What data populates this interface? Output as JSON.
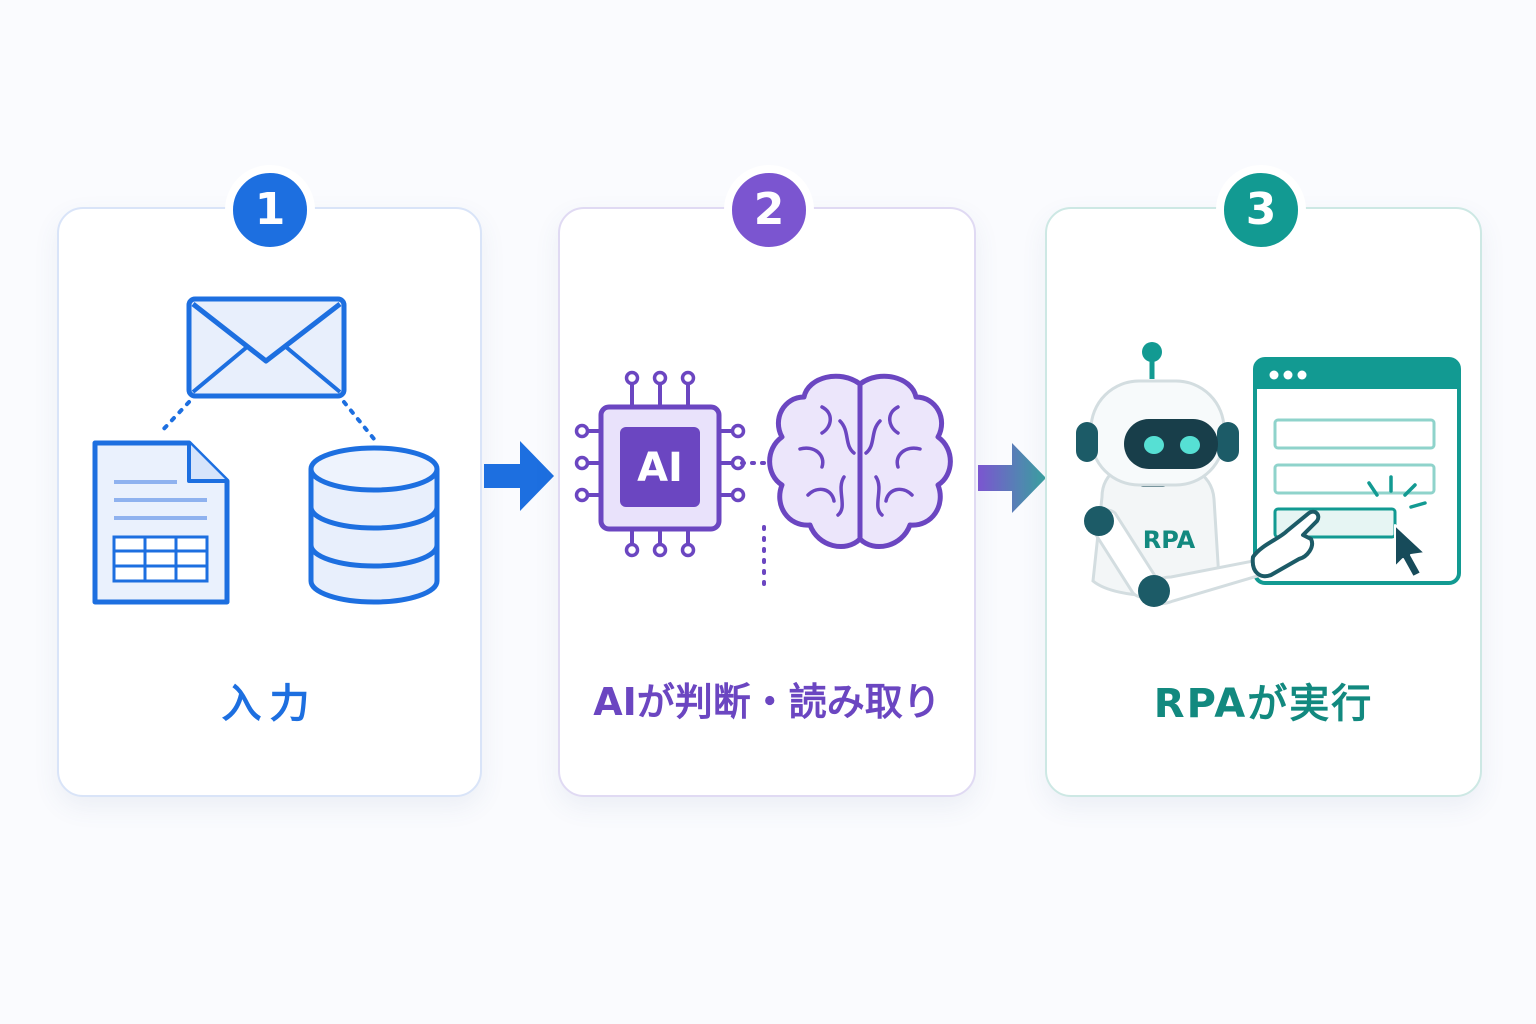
{
  "steps": [
    {
      "number": "1",
      "label": "入力",
      "color": "#1d6fe0",
      "icons": [
        "mail-icon",
        "document-table-icon",
        "database-icon"
      ]
    },
    {
      "number": "2",
      "label": "AIが判断・読み取り",
      "color": "#7b55d0",
      "chip_text": "AI",
      "icons": [
        "ai-chip-icon",
        "brain-icon"
      ]
    },
    {
      "number": "3",
      "label": "RPAが実行",
      "color": "#129a92",
      "robot_text": "RPA",
      "icons": [
        "robot-icon",
        "browser-form-icon",
        "cursor-icon"
      ]
    }
  ],
  "arrows": [
    {
      "icon": "arrow-right-icon",
      "color": "#1d6fe0"
    },
    {
      "icon": "arrow-right-icon",
      "color": "#7b55d0"
    }
  ]
}
